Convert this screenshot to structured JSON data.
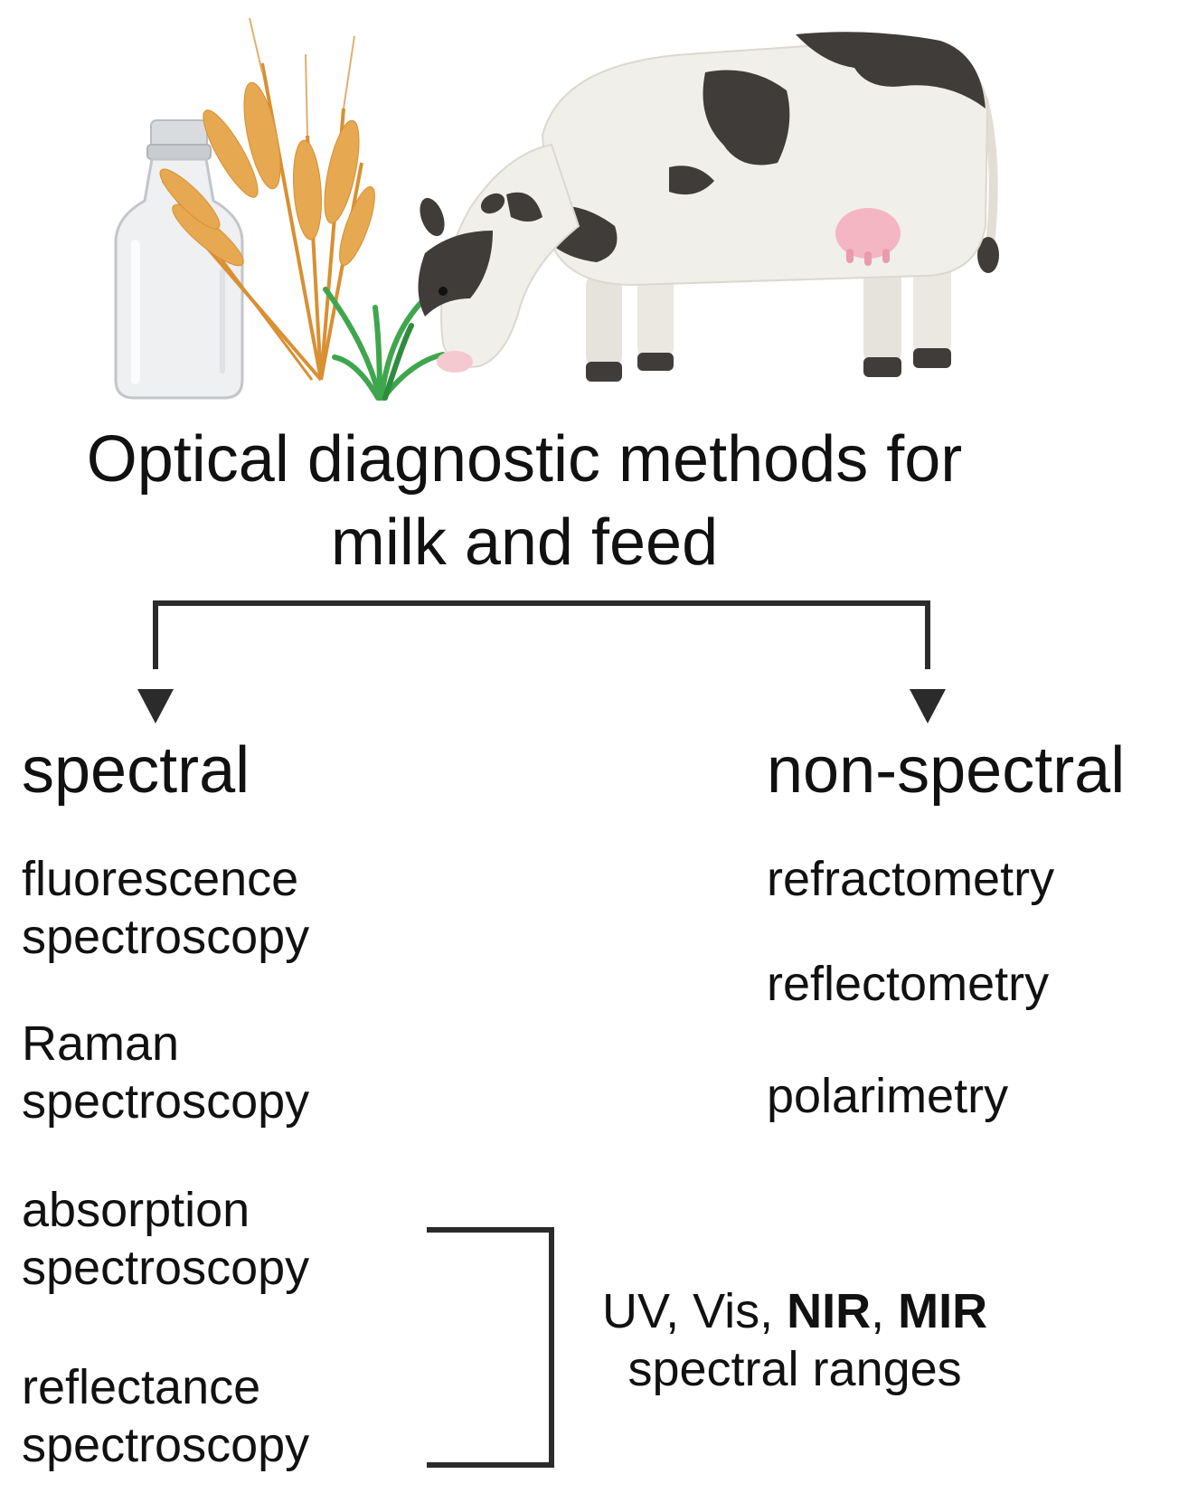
{
  "title": {
    "line1": "Optical diagnostic methods for",
    "line2": "milk and feed"
  },
  "branches": {
    "spectral": {
      "heading": "spectral",
      "items": [
        {
          "line1": "fluorescence",
          "line2": "spectroscopy"
        },
        {
          "line1": "Raman",
          "line2": "spectroscopy"
        },
        {
          "line1": "absorption",
          "line2": "spectroscopy"
        },
        {
          "line1": "reflectance",
          "line2": "spectroscopy"
        }
      ]
    },
    "non_spectral": {
      "heading": "non-spectral",
      "items": [
        "refractometry",
        "reflectometry",
        "polarimetry"
      ]
    }
  },
  "ranges": {
    "uv": "UV",
    "sep1": ", ",
    "vis": "Vis",
    "sep2": ", ",
    "nir": "NIR",
    "sep3": ", ",
    "mir": "MIR",
    "line2": "spectral ranges"
  },
  "icons": [
    "milk-bottle-icon",
    "wheat-icon",
    "grass-icon",
    "cow-icon"
  ],
  "colors": {
    "text": "#111111",
    "cow_spots": "#403c39",
    "cow_body": "#f1efea",
    "udder": "#f4b6c2",
    "wheat": "#e2a24a",
    "grass": "#3fa64d",
    "bottle": "#e8eaec"
  }
}
